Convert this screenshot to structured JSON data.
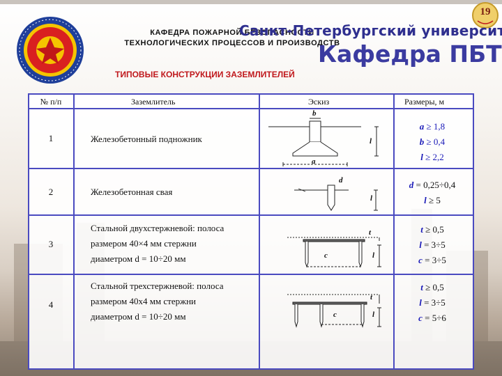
{
  "header": {
    "page_number": "19",
    "department_line1": "КАФЕДРА  ПОЖАРНОЙ  БЕЗОПАСНОСТИ",
    "department_line2": "ТЕХНОЛОГИЧЕСКИХ  ПРОЦЕССОВ И  ПРОИЗВОДСТВ",
    "university": "Санкт-Петербургский университет",
    "chair_watermark": "Кафедра ПБТ",
    "title": "ТИПОВЫЕ КОНСТРУКЦИИ ЗАЗЕМЛИТЕЛЕЙ"
  },
  "table": {
    "columns": [
      "№ п/п",
      "Заземлитель",
      "Эскиз",
      "Размеры, м"
    ],
    "rows": [
      {
        "num": "1",
        "name_lines": [
          "Железобетонный подножник"
        ],
        "sketch_labels": {
          "b": "b",
          "a": "a",
          "l": "l"
        },
        "dims": [
          {
            "var": "a",
            "rest": " ≥ 1,8"
          },
          {
            "var": "b",
            "rest": " ≥ 0,4"
          },
          {
            "var": "l",
            "rest": " ≥ 2,2"
          }
        ]
      },
      {
        "num": "2",
        "name_lines": [
          "Железобетонная свая"
        ],
        "sketch_labels": {
          "d": "d",
          "l": "l"
        },
        "dims": [
          {
            "var": "d",
            "rest": " = 0,25÷0,4"
          },
          {
            "var": "l",
            "rest": " ≥ 5"
          }
        ]
      },
      {
        "num": "3",
        "name_lines": [
          "Стальной двухстержневой: полоса",
          "размером 40×4 мм стержни",
          "диаметром d = 10÷20 мм"
        ],
        "sketch_labels": {
          "t": "t",
          "c": "c",
          "l": "l"
        },
        "dims": [
          {
            "var": "t",
            "rest": " ≥ 0,5"
          },
          {
            "var": "l",
            "rest": " = 3÷5"
          },
          {
            "var": "c",
            "rest": " = 3÷5"
          }
        ]
      },
      {
        "num": "4",
        "name_lines": [
          "Стальной трехстержневой: полоса",
          "размером 40х4 мм стержни",
          "диаметром d = 10÷20 мм"
        ],
        "sketch_labels": {
          "t": "t",
          "c": "c",
          "l": "l"
        },
        "dims": [
          {
            "var": "t",
            "rest": " ≥ 0,5"
          },
          {
            "var": "l",
            "rest": " = 3÷5"
          },
          {
            "var": "c",
            "rest": " = 5÷6"
          }
        ]
      }
    ]
  },
  "colors": {
    "title_red": "#c0181c",
    "table_border": "#4a4ac0",
    "variable_blue": "#1a1ab8",
    "university_blue": "#2f2f8f"
  }
}
